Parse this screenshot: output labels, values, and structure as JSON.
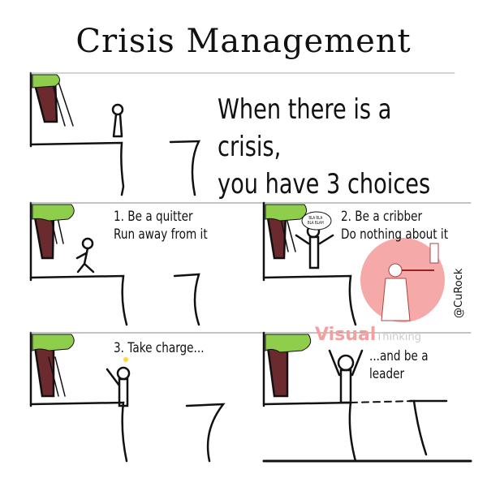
{
  "title": "Crisis Management",
  "intro": {
    "line1": "When there is a crisis,",
    "line2": "you have 3 choices"
  },
  "panels": [
    {
      "line1": "1. Be a quitter",
      "line2": "Run away from it"
    },
    {
      "line1": "2. Be a cribber",
      "line2": "Do nothing about it",
      "speech": "BLA BLA BLA BLAH"
    },
    {
      "line1": "3. Take charge..."
    },
    {
      "line1": "...and be a leader"
    }
  ],
  "signature": "@CuRock",
  "watermark": {
    "word1": "Visual",
    "word2": "Thinking"
  },
  "colors": {
    "tree_leaves": "#8fce4a",
    "tree_trunk": "#6b2a2e",
    "watermark_circle": "#f59a9a"
  }
}
